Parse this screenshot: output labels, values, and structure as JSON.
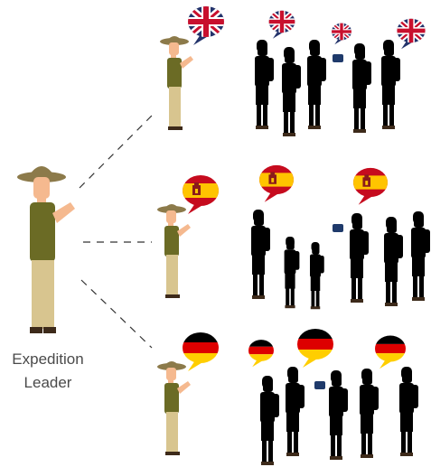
{
  "caption": {
    "line1": "Expedition",
    "line2": "Leader"
  },
  "rows": [
    {
      "language": "english",
      "flag_icon": "uk-flag-icon",
      "travelers": 5
    },
    {
      "language": "spanish",
      "flag_icon": "spain-flag-icon",
      "travelers": 6
    },
    {
      "language": "german",
      "flag_icon": "germany-flag-icon",
      "travelers": 5
    }
  ],
  "colors": {
    "skin_light": "#f5b98f",
    "skin_dark": "#7a4a2e",
    "hat": "#8c7a4a",
    "khaki": "#d8c58f",
    "leader_shirt_top": "#7d1f27",
    "leader_shirt_mid": "#6b6b25",
    "uk_blue": "#23336b",
    "uk_red": "#c8102e",
    "spain_red": "#c60b1e",
    "spain_yellow": "#ffc400",
    "germany_black": "#000000",
    "germany_red": "#dd0000",
    "germany_gold": "#ffce00",
    "dash": "#333333"
  }
}
